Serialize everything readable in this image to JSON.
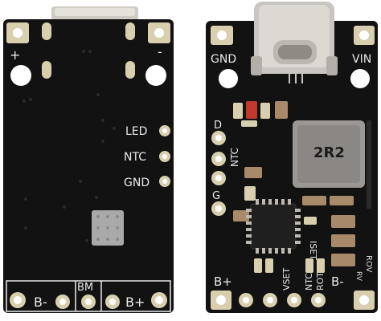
{
  "left_board": {
    "labels": {
      "plus": "+",
      "minus": "-",
      "led": "LED",
      "ntc": "NTC",
      "gnd": "GND",
      "b_minus": "B-",
      "bm": "BM",
      "b_plus": "B+"
    }
  },
  "right_board": {
    "labels": {
      "gnd": "GND",
      "vin": "VIN",
      "d": "D",
      "ntc": "NTC",
      "g": "G",
      "iset": "ISET",
      "vset": "VSET",
      "ntc_bottom": "NTC",
      "rot": "ROT",
      "b_plus": "B+",
      "b_minus": "B-",
      "inductor": "2R2",
      "rov": "ROV",
      "rv": "RV"
    }
  },
  "colors": {
    "pcb": "#121212",
    "pad_gold": "#d8cfae",
    "hole": "#ffffff",
    "usb_metal": "#c9c5c0",
    "silkscreen": "#e9e9e9"
  }
}
